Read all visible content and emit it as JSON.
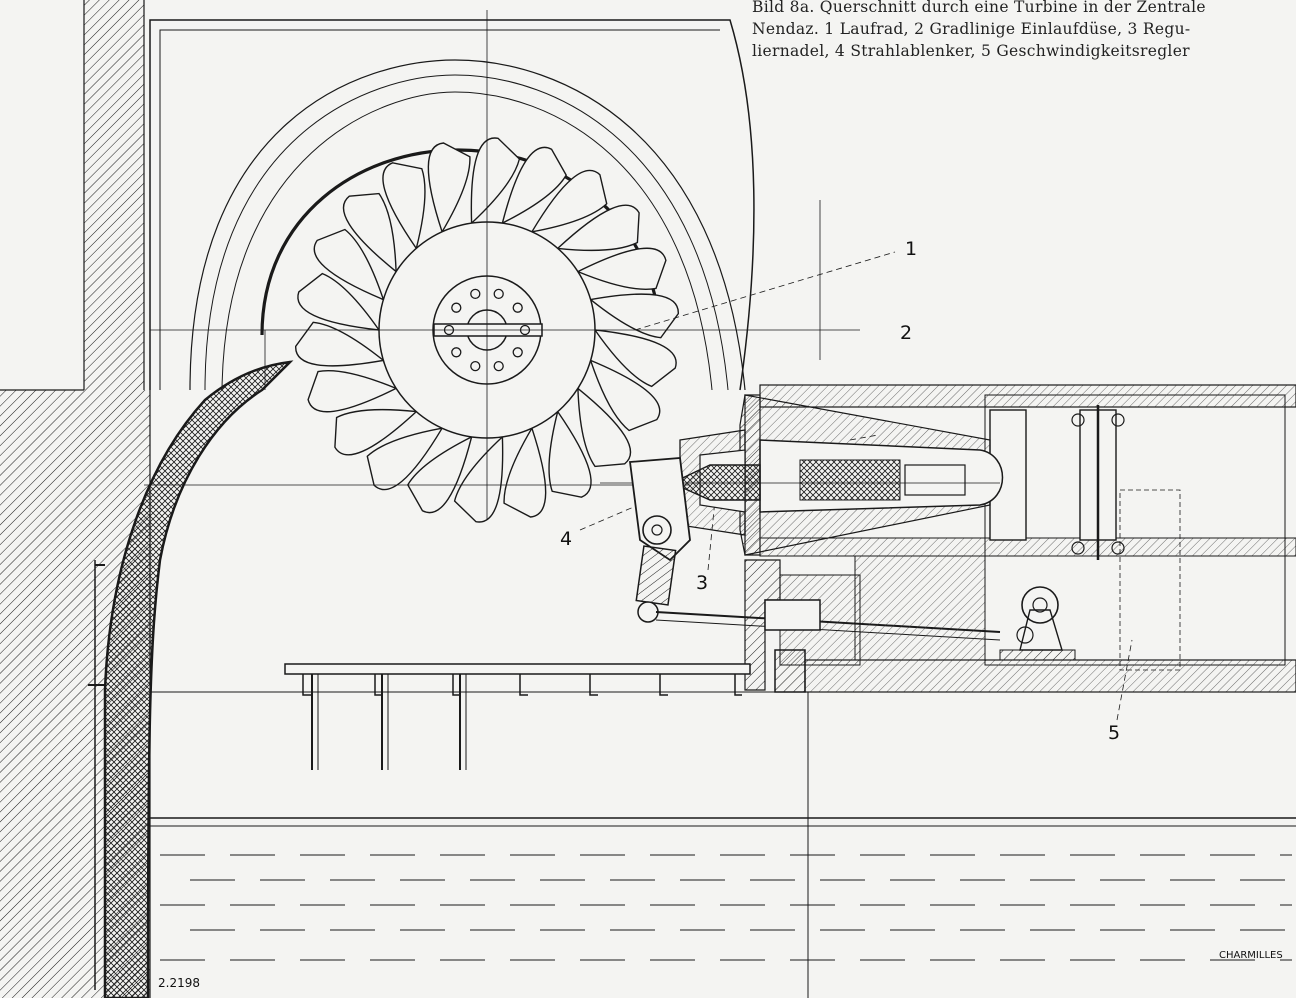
{
  "caption": {
    "line1": "Bild 8a.  Querschnitt durch eine Turbine in der Zentrale",
    "line2": "Nendaz. 1 Laufrad, 2 Gradlinige Einlaufdüse, 3 Regu-",
    "line3": "liernadel, 4 Strahlablenker, 5 Geschwindigkeitsregler"
  },
  "labels": {
    "n1": "1",
    "n2": "2",
    "n3": "3",
    "n4": "4",
    "n5": "5"
  },
  "manufacturer": "CHARMILLES",
  "drawing_number": "2.2198",
  "colors": {
    "ink": "#1a1a1a",
    "paper": "#f4f4f2",
    "text": "#222222"
  }
}
